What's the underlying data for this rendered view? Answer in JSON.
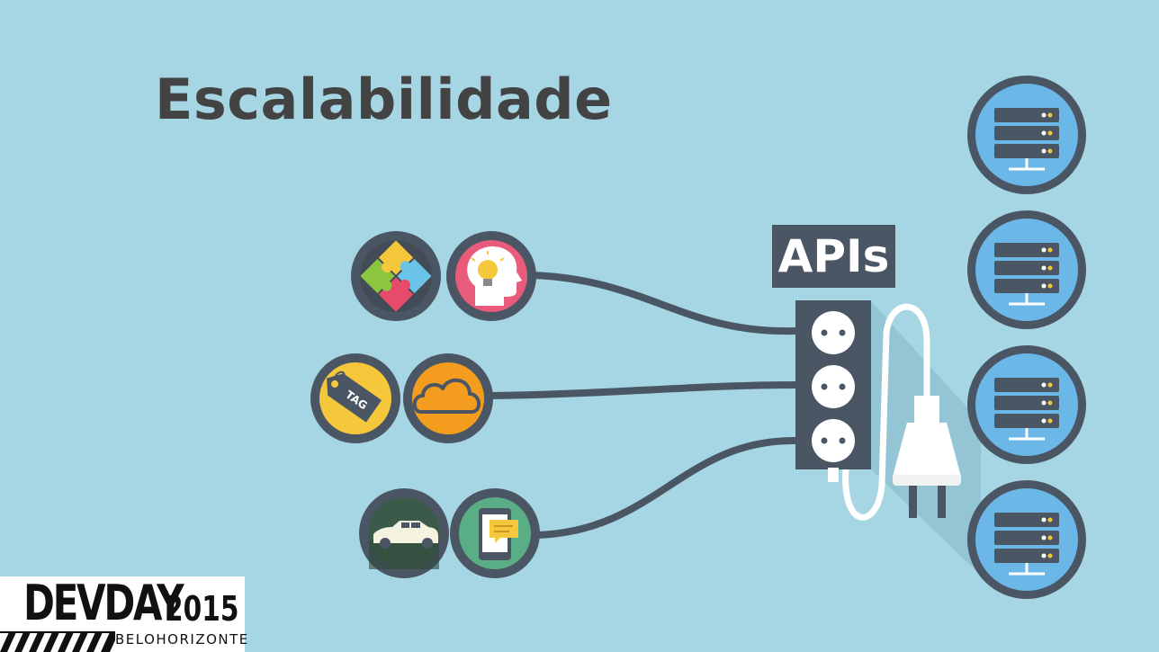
{
  "slide": {
    "title": "Escalabilidade",
    "apis_label": "APIs"
  },
  "icons": {
    "left": [
      "puzzle-icon",
      "lightbulb-head-icon",
      "price-tag-icon",
      "cloud-icon",
      "car-icon",
      "smartphone-chat-icon"
    ],
    "center": "power-strip-icon",
    "right": [
      "server-icon",
      "server-icon",
      "server-icon",
      "server-icon"
    ]
  },
  "tag_text": "TAG",
  "logo": {
    "name": "DEVDAY",
    "year": "2015",
    "city": "BELOHORIZONTE"
  },
  "colors": {
    "background": "#a6d6e4",
    "title": "#434344",
    "dark": "#4b5665",
    "server_fill": "#6ab7e8"
  }
}
